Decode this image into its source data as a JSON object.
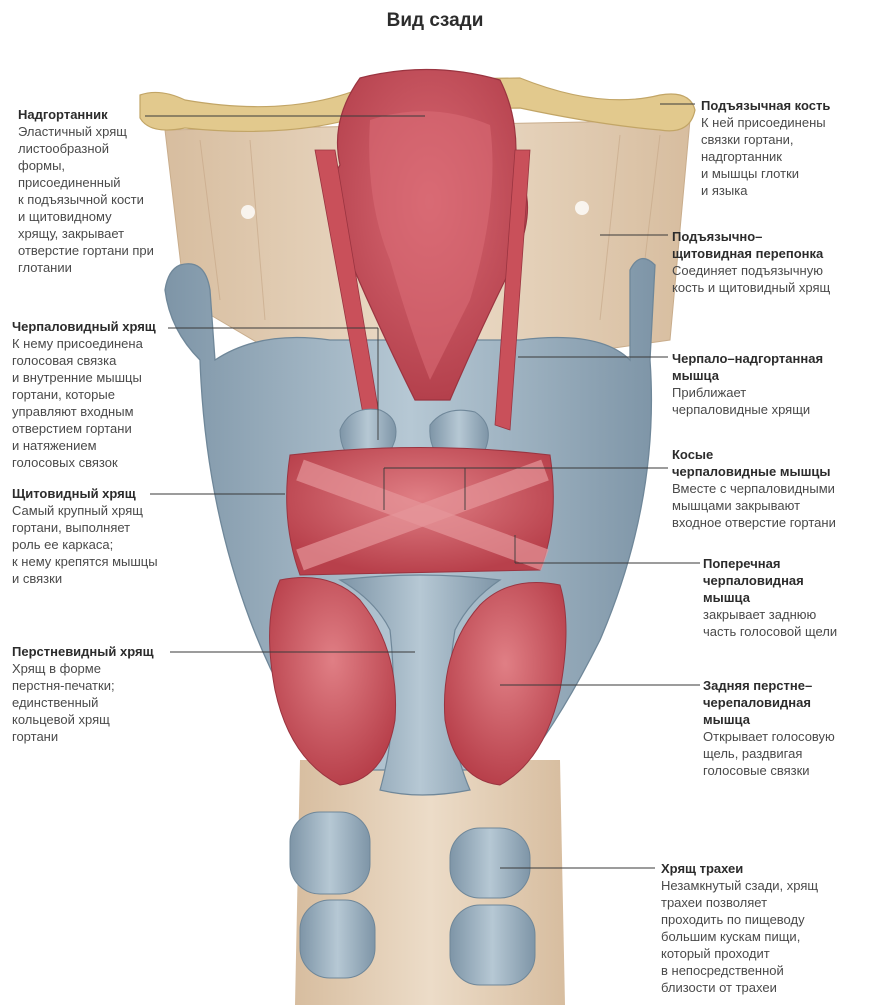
{
  "title": "Вид сзади",
  "labels": {
    "epiglottis": {
      "head": "Надгортанник",
      "desc": "Эластичный хрящ\nлистообразной\nформы,\nприсоединенный\nк подъязычной кости\nи щитовидному\nхрящу, закрывает\nотверстие гортани при\nглотании"
    },
    "arytenoid": {
      "head": "Черпаловидный хрящ",
      "desc": "К нему присоединена\nголосовая связка\nи внутренние мышцы\nгортани, которые\nуправляют входным\nотверстием гортани\nи натяжением\nголосовых связок"
    },
    "thyroid": {
      "head": "Щитовидный хрящ",
      "desc": "Самый крупный хрящ\nгортани, выполняет\nроль ее каркаса;\nк нему крепятся мышцы\nи связки"
    },
    "cricoid": {
      "head": "Перстневидный хрящ",
      "desc": "Хрящ в форме\nперстня-печатки;\nединственный\nкольцевой хрящ\nгортани"
    },
    "hyoid": {
      "head": "Подъязычная кость",
      "desc": "К ней присоединены\nсвязки гортани,\nнадгортанник\nи мышцы глотки\nи языка"
    },
    "thyrohyoid": {
      "head": "Подъязычно–\nщитовидная перепонка",
      "desc": "Соединяет подъязычную\nкость и щитовидный хрящ"
    },
    "aryepiglottic": {
      "head": "Черпало–надгортанная\nмышца",
      "desc": "Приближает\nчерпаловидные хрящи"
    },
    "oblique": {
      "head": "Косые\nчерпаловидные мышцы",
      "desc": "Вместе с черпаловидными\nмышцами закрывают\nвходное отверстие гортани"
    },
    "transverse": {
      "head": "Поперечная\nчерпаловидная\nмышца",
      "desc": "закрывает заднюю\nчасть голосовой щели"
    },
    "posterior_crico": {
      "head": "Задняя перстне–\nчерепаловидная\nмышца",
      "desc": "Открывает голосовую\nщель, раздвигая\nголосовые связки"
    },
    "trachea": {
      "head": "Хрящ трахеи",
      "desc": "Незамкнутый сзади, хрящ\nтрахеи позволяет\nпроходить по пищеводу\nбольшим кускам пищи,\nкоторый проходит\nв непосредственной\nблизости от трахеи"
    }
  },
  "colors": {
    "cartilage": "#9fb3c2",
    "cartilage_dark": "#6f8799",
    "muscle": "#c9505a",
    "muscle_light": "#df7d83",
    "epiglottis": "#c9525e",
    "bone": "#e2c98d",
    "membrane": "#e3cdb4"
  }
}
